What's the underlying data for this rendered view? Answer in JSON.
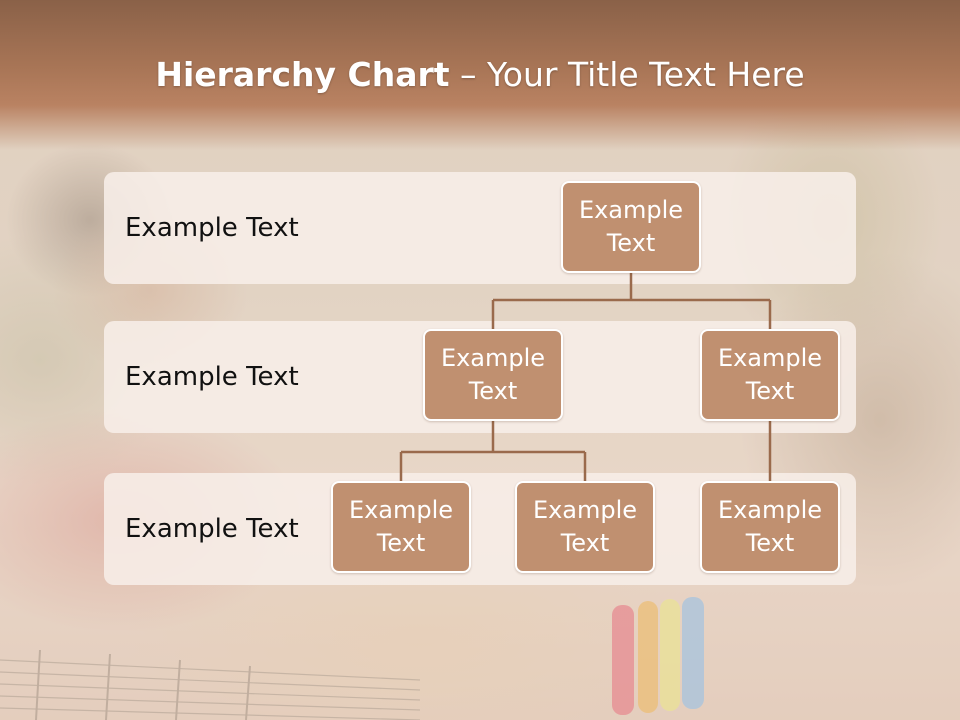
{
  "title": {
    "bold": "Hierarchy Chart",
    "rest": " – Your Title Text Here"
  },
  "rows": [
    {
      "label": "Example Text"
    },
    {
      "label": "Example Text"
    },
    {
      "label": "Example Text"
    }
  ],
  "nodes": {
    "top": "Example Text",
    "mid_left": "Example Text",
    "mid_right": "Example Text",
    "bot_1": "Example Text",
    "bot_2": "Example Text",
    "bot_3": "Example Text"
  },
  "colors": {
    "node_fill": "#c09070",
    "node_border": "#ffffff",
    "connector": "#9a6a4c",
    "title_band": "#a87556"
  }
}
